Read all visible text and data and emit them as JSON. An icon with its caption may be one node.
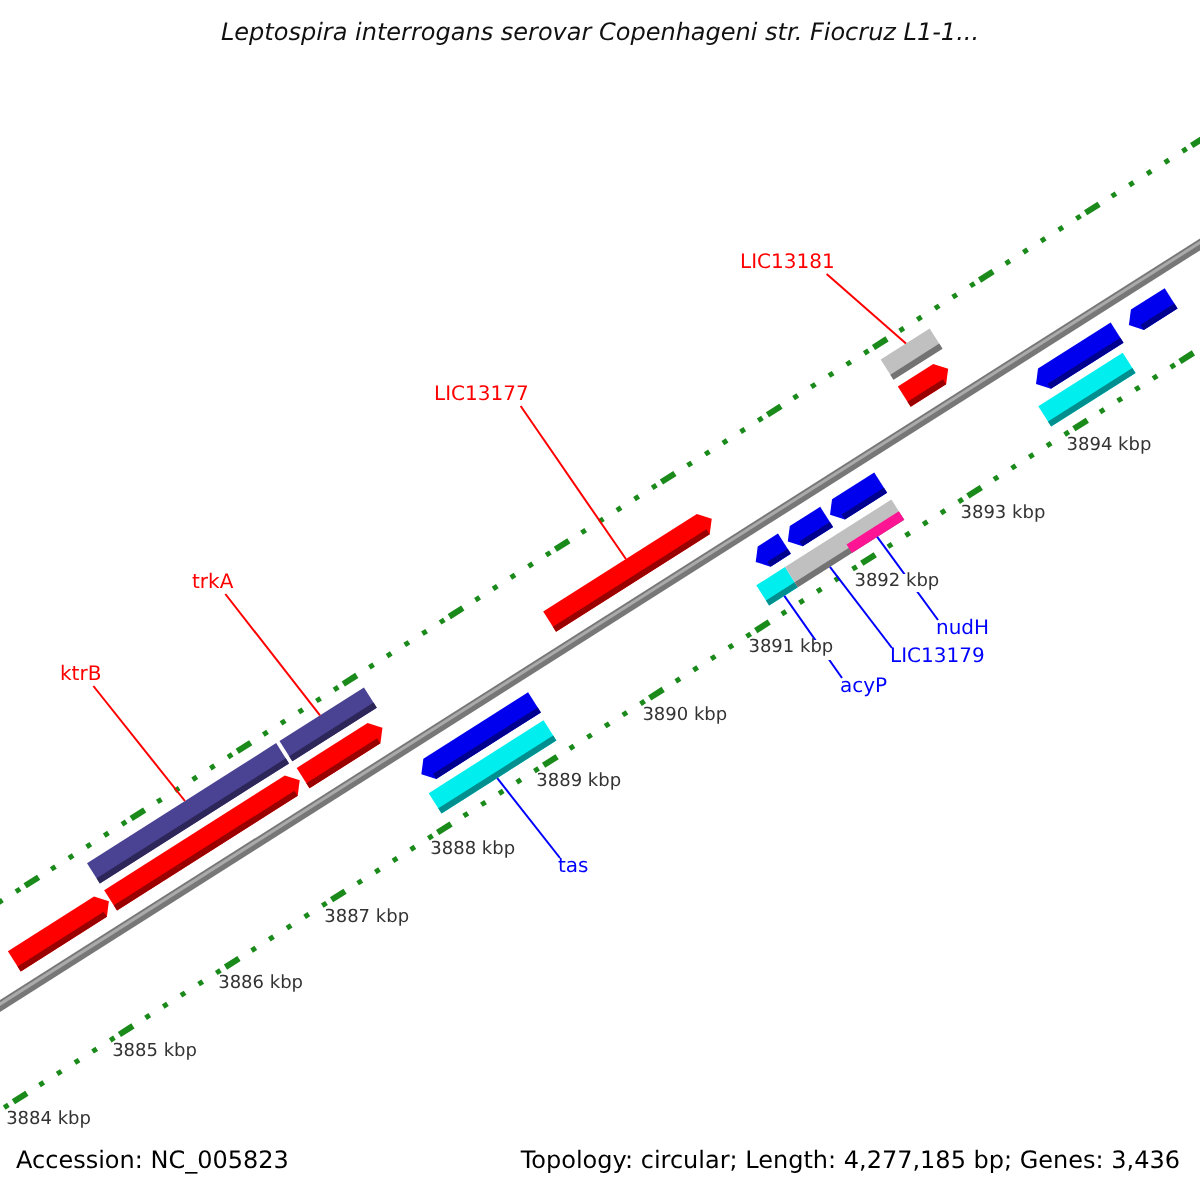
{
  "diagram": {
    "title": "Leptospira interrogans serovar Copenhageni str. Fiocruz L1-1...",
    "nodes": [
      {
        "text": [
          "ktrB"
        ]
      },
      {
        "text": [
          "trkA"
        ]
      },
      {
        "text": [
          "LIC13177"
        ]
      },
      {
        "text": [
          "LIC13181"
        ]
      },
      {
        "text": [
          "tas"
        ]
      },
      {
        "text": [
          "acyP"
        ]
      },
      {
        "text": [
          "LIC13179"
        ]
      },
      {
        "text": [
          "nudH"
        ]
      },
      {
        "text": [],
        "shape": "bar"
      },
      {
        "text": [],
        "shape": "bar"
      },
      {
        "text": [],
        "shape": "bar"
      },
      {
        "text": [],
        "shape": "bar"
      },
      {
        "text": [],
        "shape": "bar"
      },
      {
        "text": [],
        "shape": "bar"
      },
      {
        "text": [],
        "shape": "bar"
      },
      {
        "text": [],
        "shape": "bar",
        "in": 14
      }
    ],
    "edges": [
      {
        "from": 0,
        "to": 8,
        "arrow": "none",
        "color": "#ff0000"
      },
      {
        "from": 1,
        "to": 9,
        "arrow": "none",
        "color": "#ff0000"
      },
      {
        "from": 2,
        "to": 10,
        "arrow": "none",
        "color": "#ff0000"
      },
      {
        "from": 3,
        "to": 11,
        "arrow": "none",
        "color": "#ff0000"
      },
      {
        "from": 4,
        "to": 12,
        "arrow": "none",
        "color": "#0000ff"
      },
      {
        "from": 5,
        "to": 13,
        "arrow": "none",
        "color": "#0000ff"
      },
      {
        "from": 6,
        "to": 14,
        "arrow": "none",
        "color": "#0000ff"
      },
      {
        "from": 7,
        "to": 15,
        "arrow": "none",
        "color": "#0000ff"
      }
    ],
    "labels": [
      "3884 kbp",
      "3885 kbp",
      "3886 kbp",
      "3887 kbp",
      "3888 kbp",
      "3889 kbp",
      "3890 kbp",
      "3891 kbp",
      "3892 kbp",
      "3893 kbp",
      "3894 kbp",
      "Accession: NC_005823",
      "Topology: circular; Length: 4,277,185 bp; Genes: 3,436"
    ]
  }
}
